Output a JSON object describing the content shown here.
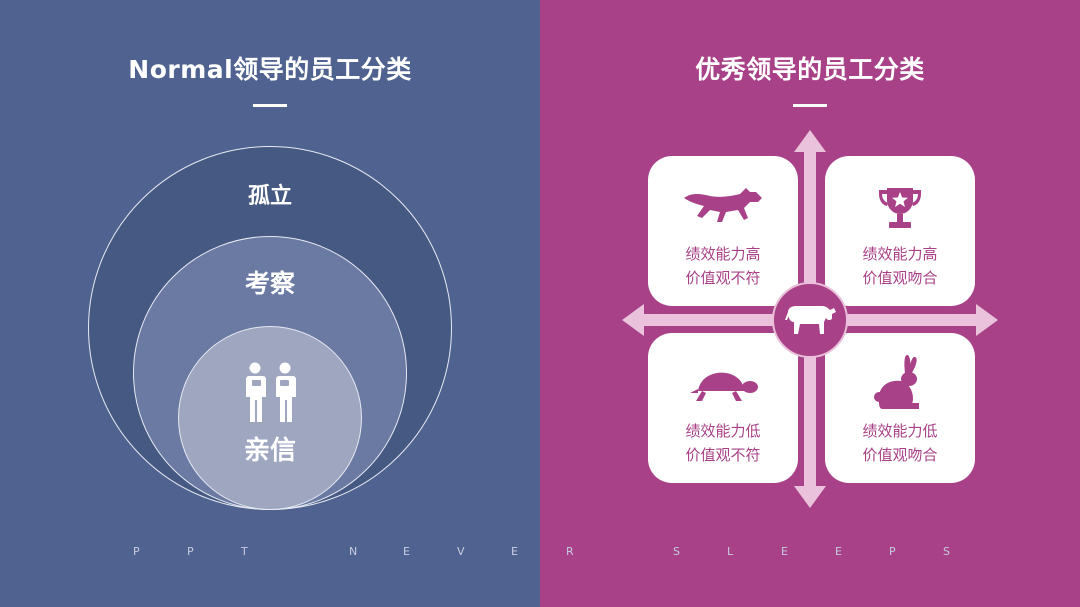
{
  "left": {
    "title": "Normal领导的员工分类",
    "circles": {
      "outer_label": "孤立",
      "middle_label": "考察",
      "inner_label": "亲信"
    }
  },
  "right": {
    "title": "优秀领导的员工分类",
    "quadrants": [
      {
        "icon": "wolf-icon",
        "line1": "绩效能力高",
        "line2": "价值观不符"
      },
      {
        "icon": "trophy-icon",
        "line1": "绩效能力高",
        "line2": "价值观吻合"
      },
      {
        "icon": "turtle-icon",
        "line1": "绩效能力低",
        "line2": "价值观不符"
      },
      {
        "icon": "rabbit-icon",
        "line1": "绩效能力低",
        "line2": "价值观吻合"
      }
    ],
    "center_icon": "cow-icon"
  },
  "footer": {
    "letters": [
      "P",
      "P",
      "T",
      "N",
      "E",
      "V",
      "E",
      "R",
      "S",
      "L",
      "E",
      "E",
      "P",
      "S"
    ]
  },
  "colors": {
    "left_bg": "#506390",
    "right_bg": "#a84187",
    "card_text": "#a84187",
    "arrow": "#ebc2dc"
  }
}
